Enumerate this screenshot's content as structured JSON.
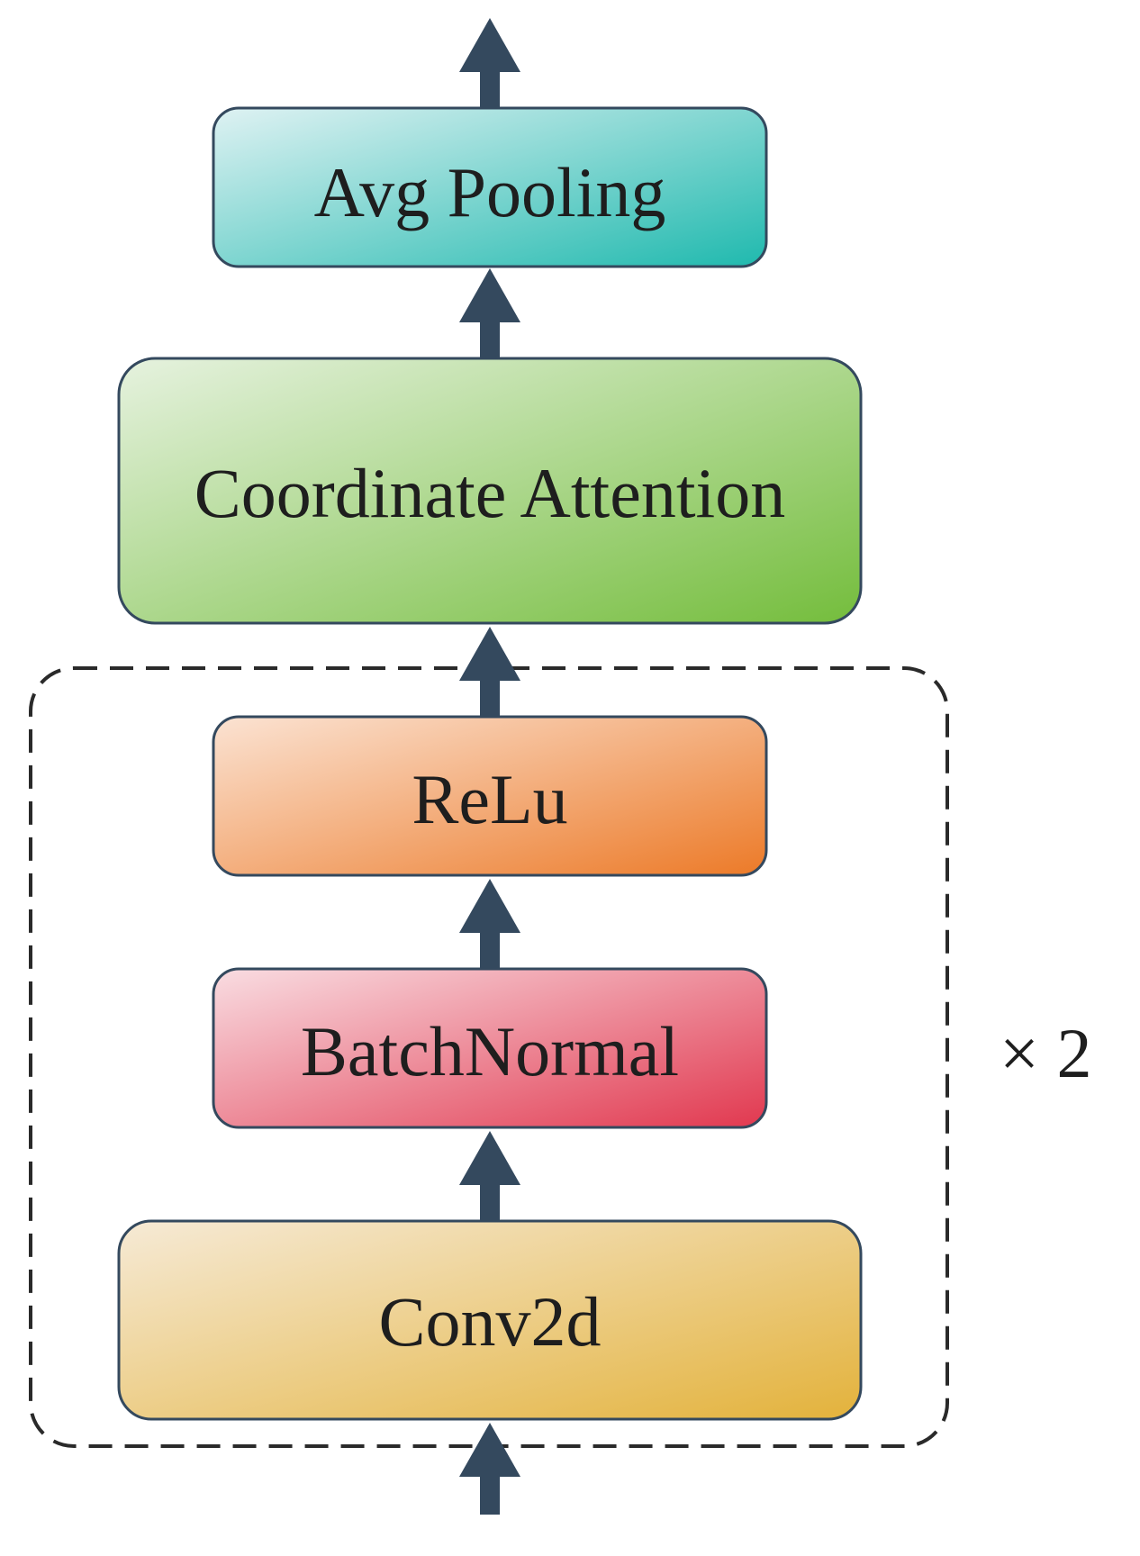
{
  "blocks": {
    "avg_pooling": {
      "label": "Avg Pooling"
    },
    "coordinate_attention": {
      "label": "Coordinate Attention"
    },
    "relu": {
      "label": "ReLu"
    },
    "batch_normal": {
      "label": "BatchNormal"
    },
    "conv2d": {
      "label": "Conv2d"
    }
  },
  "repeat": {
    "label": "× 2"
  },
  "colors": {
    "arrow": "#34495e",
    "avg_pooling": [
      "#dff2f3",
      "#1fb9ae"
    ],
    "coordinate_attention": [
      "#e6f2df",
      "#74bd3c"
    ],
    "relu": [
      "#fbe3d3",
      "#ec7a28"
    ],
    "batch_normal": [
      "#f9dde2",
      "#e1384f"
    ],
    "conv2d": [
      "#f6ead6",
      "#e3b23b"
    ]
  }
}
